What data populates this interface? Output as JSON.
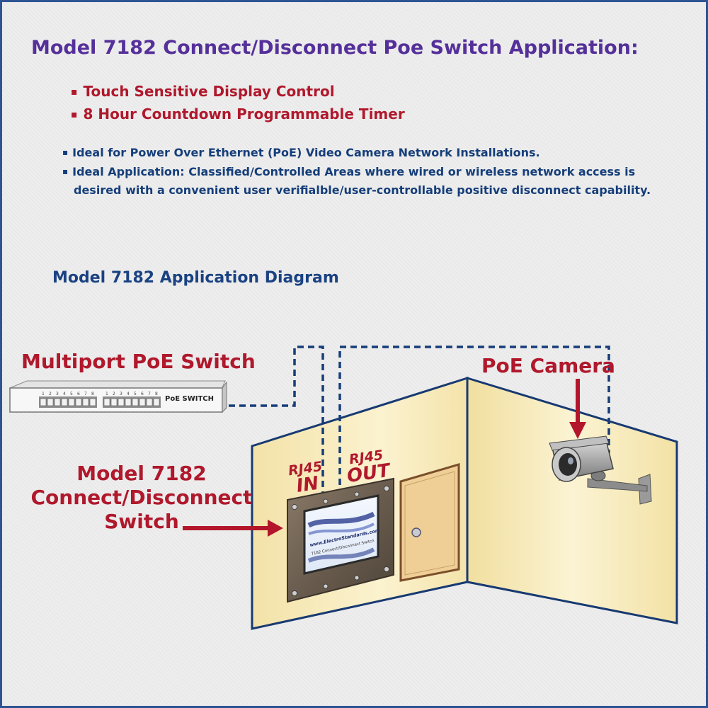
{
  "header": {
    "title": "Model 7182 Connect/Disconnect Poe Switch Application:"
  },
  "features": [
    "Touch Sensitive Display Control",
    "8 Hour Countdown Programmable Timer"
  ],
  "notes": {
    "line1": "Ideal for Power Over Ethernet (PoE) Video Camera Network Installations.",
    "line2a": "Ideal Application: Classified/Controlled Areas where wired or wireless network access is",
    "line2b": "desired with a convenient user verifialble/user-controllable positive disconnect capability."
  },
  "diagram": {
    "title": "Model 7182 Application Diagram",
    "switch_label": "Multiport PoE Switch",
    "switch_badge": "PoE SWITCH",
    "switch_port_numbers": [
      "1",
      "2",
      "3",
      "4",
      "5",
      "6",
      "7",
      "8",
      "1",
      "2",
      "3",
      "4",
      "5",
      "6",
      "7",
      "8"
    ],
    "camera_label": "PoE Camera",
    "model_label": [
      "Model 7182",
      "Connect/Disconnect",
      "Switch"
    ],
    "port_in": [
      "RJ45",
      "IN"
    ],
    "port_out": [
      "RJ45",
      "OUT"
    ],
    "panel_screen": [
      "www.ElectroStandards.com",
      "7182 Connect/Disconnect Switch"
    ]
  },
  "colors": {
    "border": "#2f5494",
    "title": "#55309a",
    "accent_red": "#b0182c",
    "text_blue": "#153e7a",
    "wall": "#f6e7b3",
    "cable": "#163c78"
  }
}
